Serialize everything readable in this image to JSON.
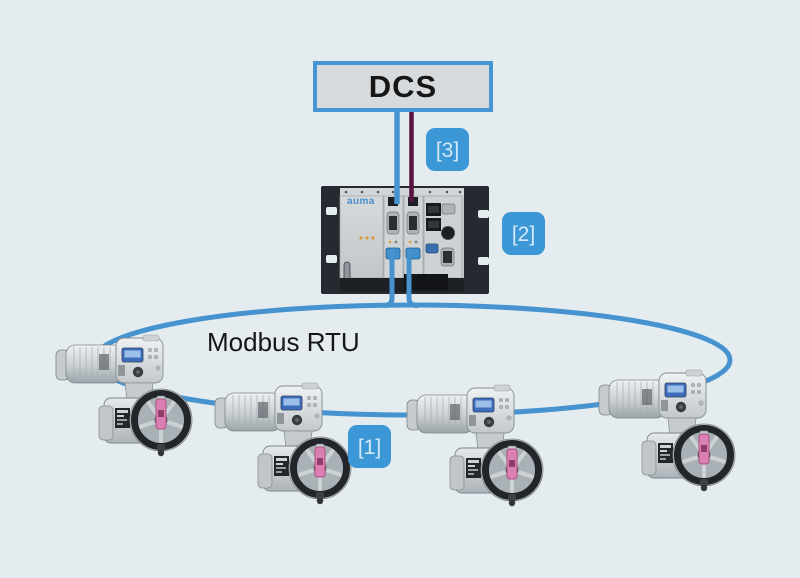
{
  "diagram": {
    "dcs": {
      "label": "DCS"
    },
    "bus": {
      "label": "Modbus RTU"
    },
    "master_station": {
      "brand": "auma"
    },
    "markers": {
      "bus_loop": "[1]",
      "master_station": "[2]",
      "host_link": "[3]"
    },
    "devices": {
      "actuator_count": 4
    },
    "colors": {
      "background": "#e4ecef",
      "cable_blue": "#4693d0",
      "cable_purple": "#5a1243",
      "marker_blue": "#3c97d6",
      "marker_text": "#d3e9f8",
      "dcs_fill": "#d7dadd",
      "dcs_border": "#4596d2",
      "brand_blue": "#4a8fc9",
      "text_dark": "#161616",
      "rack_dark": "#252a30"
    }
  }
}
